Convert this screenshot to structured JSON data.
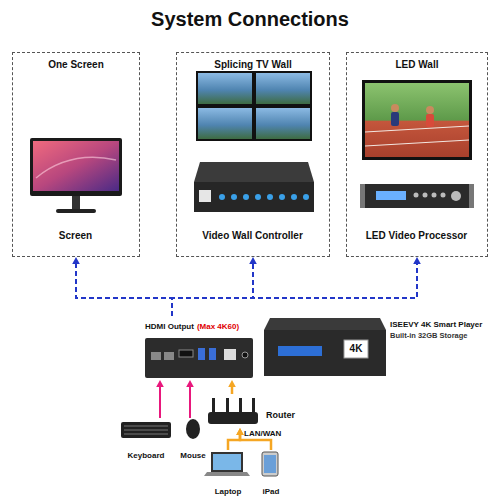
{
  "diagram": {
    "title": "System Connections",
    "nodes": [
      {
        "text": [
          "One Screen"
        ]
      },
      {
        "text": [
          "Screen"
        ],
        "in": 0
      },
      {
        "text": [
          "Splicing TV Wall"
        ]
      },
      {
        "text": [
          "Video Wall Controller"
        ],
        "in": 2
      },
      {
        "text": [
          "LED Wall"
        ]
      },
      {
        "text": [
          "LED Video Processor"
        ],
        "in": 4
      },
      {
        "text": [
          "HDMI Output",
          "(Max 4K60)"
        ]
      },
      {
        "text": [
          "ISEEVY 4K Smart Player",
          "Built-in 32GB Storage"
        ]
      },
      {
        "text": [
          "Keyboard"
        ]
      },
      {
        "text": [
          "Mouse"
        ]
      },
      {
        "text": [
          "Router"
        ]
      },
      {
        "text": [
          "Laptop"
        ]
      },
      {
        "text": [
          "iPad"
        ]
      }
    ],
    "edges": [
      {
        "from": 6,
        "to": 0,
        "arrow": "to"
      },
      {
        "from": 6,
        "to": 2,
        "arrow": "to"
      },
      {
        "from": 6,
        "to": 4,
        "arrow": "to"
      },
      {
        "from": 8,
        "to": 6,
        "arrow": "to"
      },
      {
        "from": 9,
        "to": 6,
        "arrow": "to"
      },
      {
        "from": 10,
        "to": 6,
        "arrow": "to"
      },
      {
        "from": 11,
        "to": 10,
        "arrow": "to",
        "label": "LAN/WAN"
      },
      {
        "from": 12,
        "to": 10,
        "arrow": "to"
      }
    ],
    "labels": [
      "4K"
    ]
  }
}
